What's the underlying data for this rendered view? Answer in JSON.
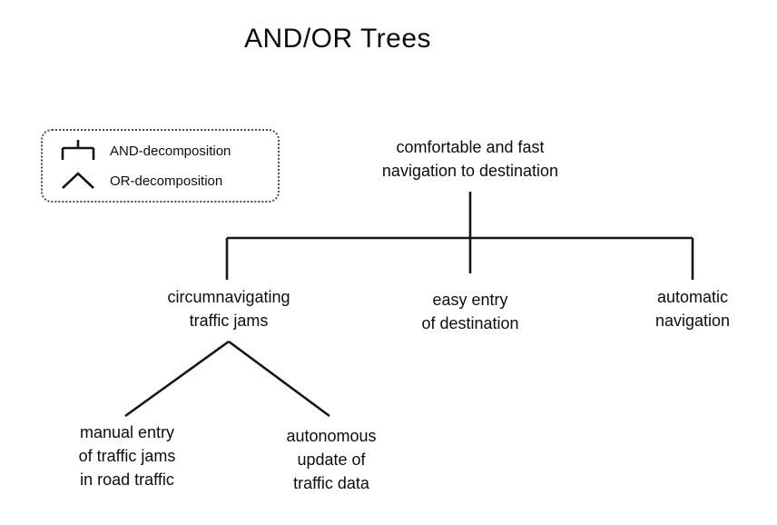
{
  "title": "AND/OR Trees",
  "legend": {
    "and_label": "AND-decomposition",
    "or_label": "OR-decomposition"
  },
  "tree": {
    "root": {
      "label": "comfortable and fast\nnavigation to destination",
      "decomposition": "AND",
      "children": [
        {
          "label": "circumnavigating\ntraffic jams",
          "decomposition": "OR",
          "children": [
            {
              "label": "manual entry\nof traffic jams\nin road traffic"
            },
            {
              "label": "autonomous\nupdate of\ntraffic data"
            }
          ]
        },
        {
          "label": "easy entry\nof destination"
        },
        {
          "label": "automatic\nnavigation"
        }
      ]
    }
  },
  "colors": {
    "text": "#0d0d0d",
    "line": "#161616",
    "background": "#ffffff"
  }
}
